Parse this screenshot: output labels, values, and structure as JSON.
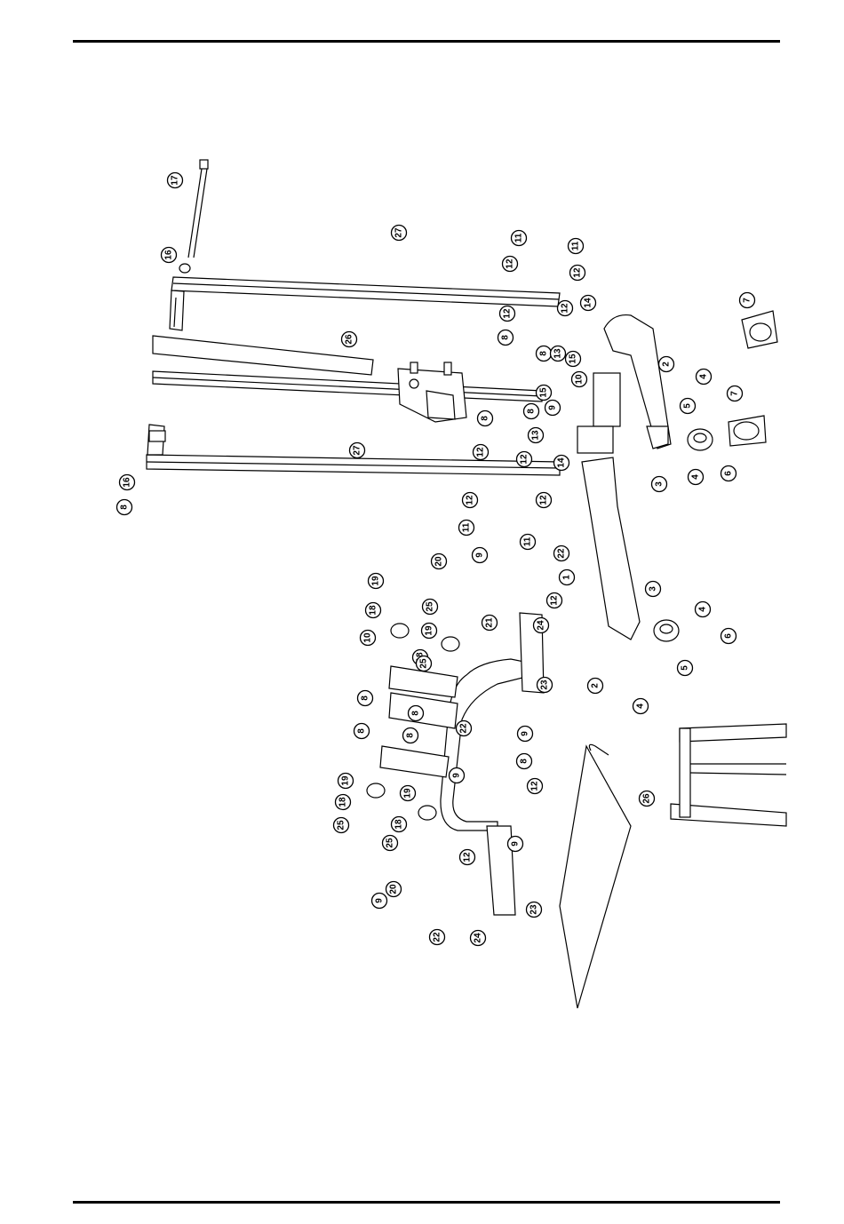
{
  "page": {
    "rule_color": "#000000"
  },
  "diagram": {
    "callouts": [
      {
        "label": "17"
      },
      {
        "label": "16"
      },
      {
        "label": "27"
      },
      {
        "label": "11"
      },
      {
        "label": "11"
      },
      {
        "label": "12"
      },
      {
        "label": "12"
      },
      {
        "label": "12"
      },
      {
        "label": "12"
      },
      {
        "label": "14"
      },
      {
        "label": "8"
      },
      {
        "label": "8"
      },
      {
        "label": "13"
      },
      {
        "label": "15"
      },
      {
        "label": "7"
      },
      {
        "label": "26"
      },
      {
        "label": "10"
      },
      {
        "label": "15"
      },
      {
        "label": "9"
      },
      {
        "label": "2"
      },
      {
        "label": "4"
      },
      {
        "label": "5"
      },
      {
        "label": "7"
      },
      {
        "label": "8"
      },
      {
        "label": "8"
      },
      {
        "label": "13"
      },
      {
        "label": "27"
      },
      {
        "label": "12"
      },
      {
        "label": "12"
      },
      {
        "label": "14"
      },
      {
        "label": "4"
      },
      {
        "label": "6"
      },
      {
        "label": "3"
      },
      {
        "label": "16"
      },
      {
        "label": "8"
      },
      {
        "label": "12"
      },
      {
        "label": "12"
      },
      {
        "label": "11"
      },
      {
        "label": "11"
      },
      {
        "label": "20"
      },
      {
        "label": "9"
      },
      {
        "label": "22"
      },
      {
        "label": "1"
      },
      {
        "label": "19"
      },
      {
        "label": "25"
      },
      {
        "label": "12"
      },
      {
        "label": "3"
      },
      {
        "label": "18"
      },
      {
        "label": "19"
      },
      {
        "label": "21"
      },
      {
        "label": "24"
      },
      {
        "label": "4"
      },
      {
        "label": "10"
      },
      {
        "label": "18"
      },
      {
        "label": "6"
      },
      {
        "label": "25"
      },
      {
        "label": "23"
      },
      {
        "label": "2"
      },
      {
        "label": "5"
      },
      {
        "label": "8"
      },
      {
        "label": "8"
      },
      {
        "label": "4"
      },
      {
        "label": "8"
      },
      {
        "label": "22"
      },
      {
        "label": "9"
      },
      {
        "label": "8"
      },
      {
        "label": "9"
      },
      {
        "label": "8"
      },
      {
        "label": "12"
      },
      {
        "label": "19"
      },
      {
        "label": "19"
      },
      {
        "label": "18"
      },
      {
        "label": "18"
      },
      {
        "label": "25"
      },
      {
        "label": "25"
      },
      {
        "label": "26"
      },
      {
        "label": "9"
      },
      {
        "label": "20"
      },
      {
        "label": "9"
      },
      {
        "label": "12"
      },
      {
        "label": "23"
      },
      {
        "label": "22"
      },
      {
        "label": "24"
      }
    ]
  }
}
